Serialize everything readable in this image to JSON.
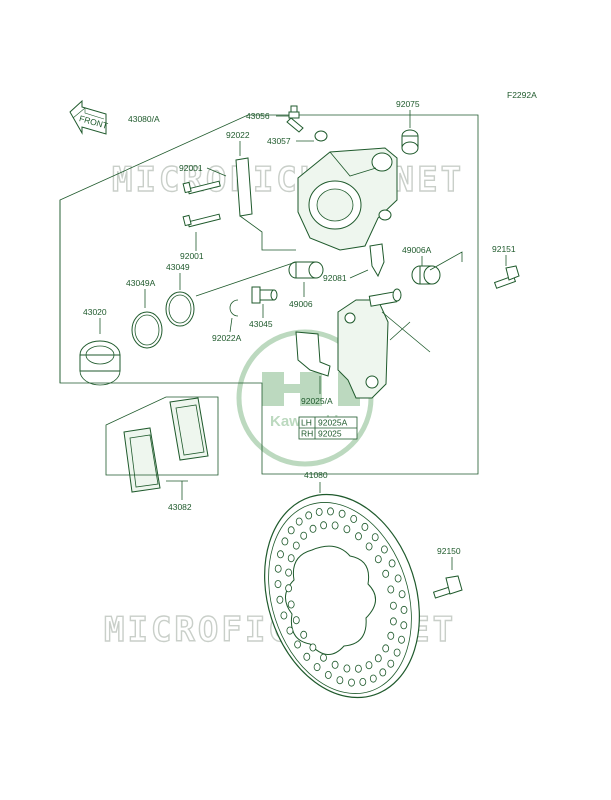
{
  "figure_code": "F2292A",
  "front_tag": "FRONT",
  "watermark": {
    "text_top": "MICROFICHES.NET",
    "text_bottom": "MICROFICHES.NET",
    "logo_text": "Kawasaki"
  },
  "labels": {
    "l_43080A": "43080/A",
    "l_43056": "43056",
    "l_92075": "92075",
    "l_43057": "43057",
    "l_92022": "92022",
    "l_92001a": "92001",
    "l_92001b": "92001",
    "l_43049": "43049",
    "l_43049A": "43049A",
    "l_49006A": "49006A",
    "l_92151": "92151",
    "l_92081": "92081",
    "l_49006": "49006",
    "l_43020": "43020",
    "l_92022A": "92022A",
    "l_43045": "43045",
    "l_92025A": "92025/A",
    "l_43082": "43082",
    "l_41080": "41080",
    "l_92150": "92150"
  },
  "side_table": [
    {
      "side": "LH",
      "part": "92025A"
    },
    {
      "side": "RH",
      "part": "92025"
    }
  ],
  "colors": {
    "ink": "#1f5a2c",
    "watermark": "#c9cfc9",
    "logo": "#bcd9bf"
  }
}
